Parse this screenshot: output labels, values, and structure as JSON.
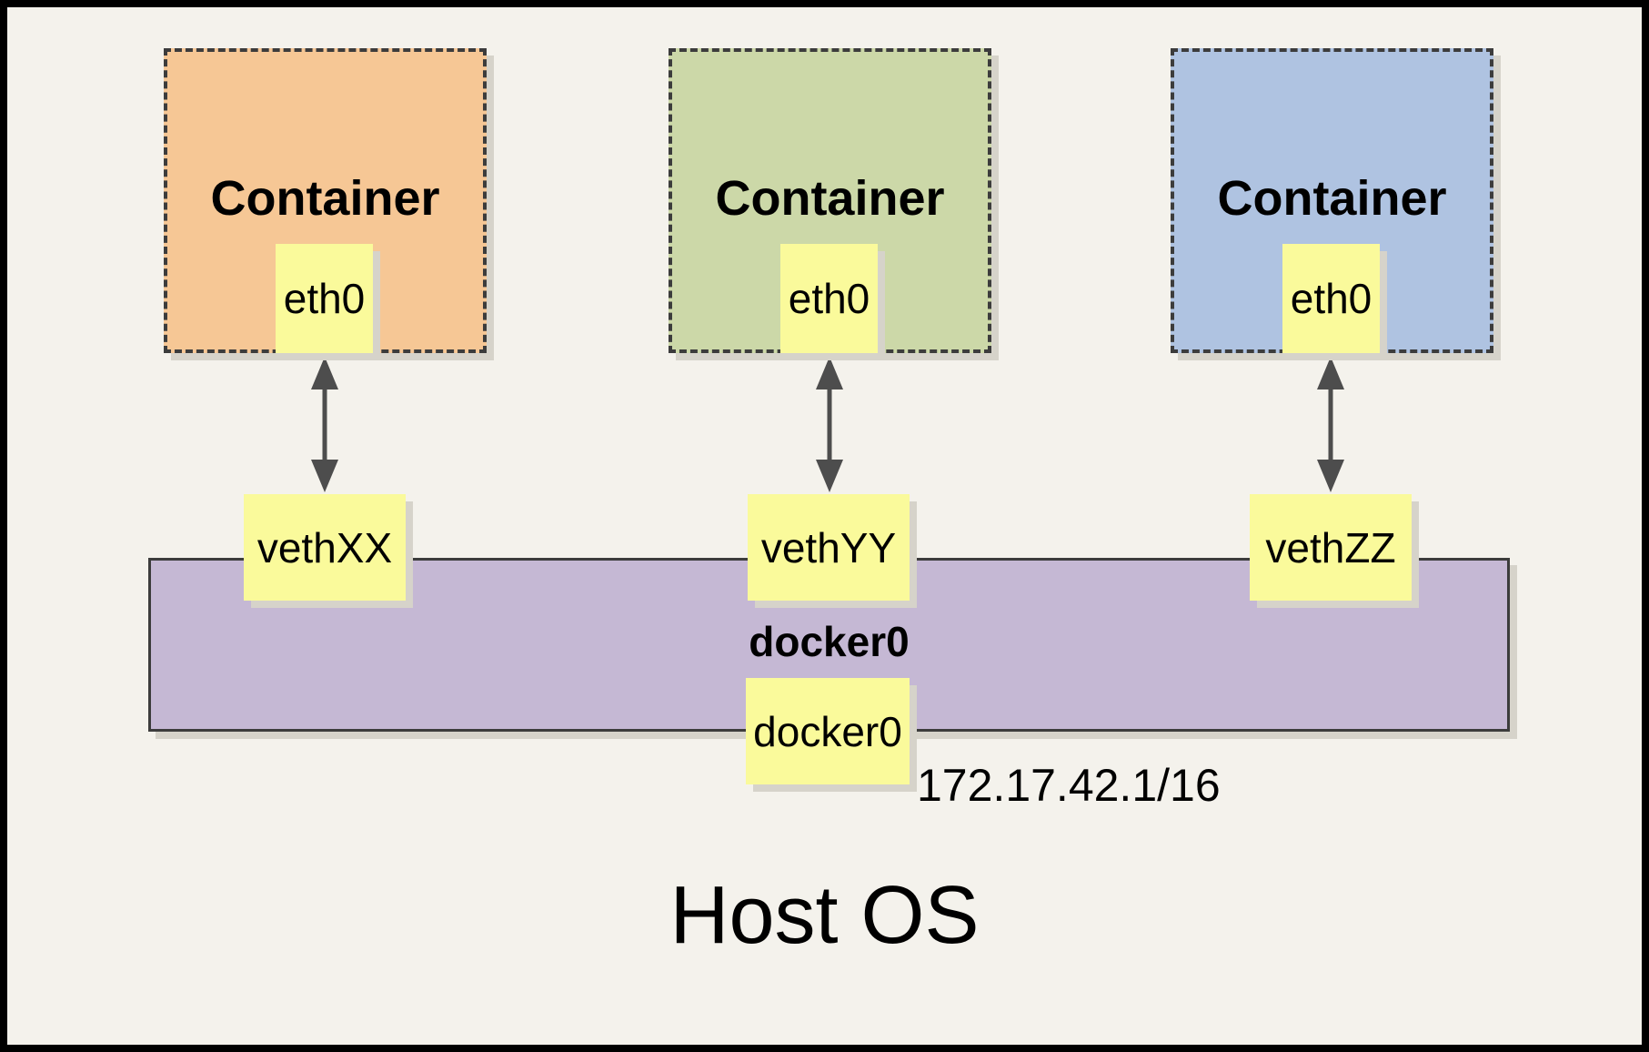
{
  "colors": {
    "page-bg": "#F4F2EC",
    "frame-border": "#000000",
    "box-border": "#3C3C3C",
    "arrow": "#4D4D4D",
    "chip-bg": "#FAFA9B",
    "bridge-bg": "#C5B8D4",
    "shadow": "#D6D3CA",
    "text": "#000000"
  },
  "diagram": {
    "host_label": "Host OS",
    "bridge": {
      "name": "docker0",
      "interface": "docker0",
      "ip": "172.17.42.1/16"
    },
    "containers": [
      {
        "label": "Container",
        "interface": "eth0",
        "veth": "vethXX",
        "fill": "#F6C795"
      },
      {
        "label": "Container",
        "interface": "eth0",
        "veth": "vethYY",
        "fill": "#CCD8A8"
      },
      {
        "label": "Container",
        "interface": "eth0",
        "veth": "vethZZ",
        "fill": "#AFC3E1"
      }
    ]
  }
}
